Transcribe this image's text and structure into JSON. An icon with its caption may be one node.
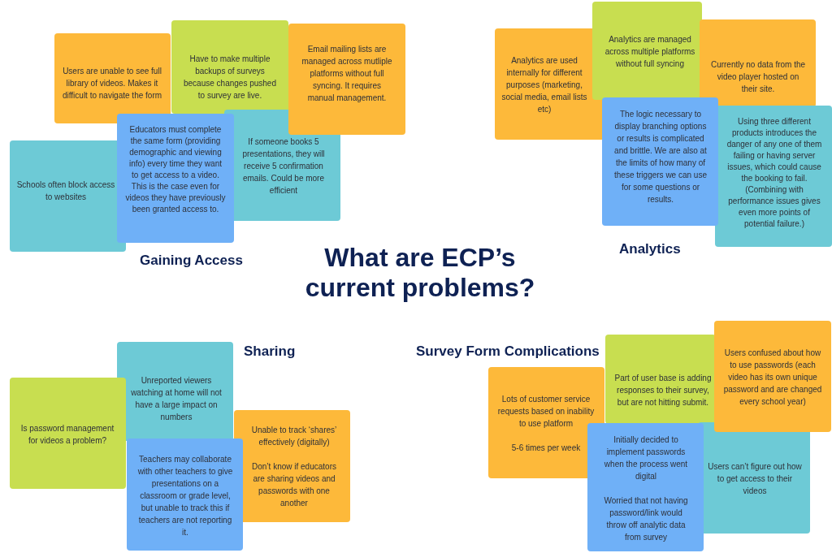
{
  "diagram": {
    "title": "What are ECP’s current problems?",
    "nodes": [
      {
        "text": [
          "Users are unable to see full library of videos. Makes it difficult to navigate the form"
        ]
      },
      {
        "text": [
          "Have to make multiple backups of surveys because changes pushed to survey are live."
        ]
      },
      {
        "text": [
          "Email mailing lists are managed across mutliple platforms without full syncing. It requires manual management."
        ]
      },
      {
        "text": [
          "Schools often block access to websites"
        ]
      },
      {
        "text": [
          "Educators must complete the same form (providing demographic and viewing info) every time they want to get access to a video. This is the case even for videos they have previously been granted access to."
        ]
      },
      {
        "text": [
          "If someone books 5 presentations, they will receive 5 confirmation emails. Could be more efficient"
        ]
      },
      {
        "text": [
          "Analytics are used internally for different purposes (marketing, social media, email lists etc)"
        ]
      },
      {
        "text": [
          "Analytics are managed across multiple platforms without full syncing"
        ]
      },
      {
        "text": [
          "Currently no data from the video player hosted on their site."
        ]
      },
      {
        "text": [
          "The logic necessary to display branching options or results is complicated and brittle. We are also at the limits of how many of these triggers we can use for some questions or results."
        ]
      },
      {
        "text": [
          "Using three different products introduces the danger of any one of them failing or having server issues, which could cause the booking to fail. (Combining with performance issues gives even more points of potential failure.)"
        ]
      },
      {
        "text": [
          "Is password management for videos a problem?"
        ]
      },
      {
        "text": [
          "Unreported viewers watching at home will not have a large impact on numbers"
        ]
      },
      {
        "text": [
          "Teachers may collaborate with other teachers to give presentations on a classroom or grade level, but unable to track this if teachers are not reporting it."
        ]
      },
      {
        "text": [
          "Unable to track ‘shares’ effectively (digitally)",
          "Don’t know if educators are sharing videos and passwords with one another"
        ]
      },
      {
        "text": [
          "Lots of customer service requests based on inability to use platform",
          "5-6 times per week"
        ]
      },
      {
        "text": [
          "Part of user base is adding responses to their survey, but are not hitting submit."
        ]
      },
      {
        "text": [
          "Users confused about how to use passwords (each video has its own unique password and are changed every school year)"
        ]
      },
      {
        "text": [
          "Initially decided to implement passwords when the process went digital",
          "Worried that not having password/link would throw off analytic data from survey"
        ]
      },
      {
        "text": [
          "Users can’t figure out how to get access to their videos"
        ]
      }
    ],
    "labels": [
      "Gaining Access",
      "Analytics",
      "Sharing",
      "Survey Form Complications"
    ]
  }
}
